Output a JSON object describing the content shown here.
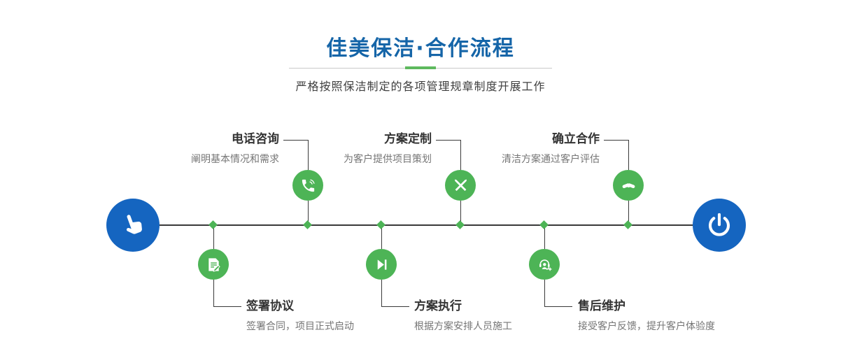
{
  "header": {
    "title": "佳美保洁·合作流程",
    "subtitle": "严格按照保洁制定的各项管理规章制度开展工作"
  },
  "colors": {
    "title_blue": "#1565a8",
    "node_blue": "#1565c0",
    "step_green": "#4db456",
    "divider_green": "#5eb95e",
    "line_dark": "#3a3a3a"
  },
  "flow": {
    "start_icon": "hand-pointer-icon",
    "end_icon": "power-icon",
    "steps": [
      {
        "label": "电话咨询",
        "desc": "阐明基本情况和需求",
        "icon": "phone-icon",
        "position": "top"
      },
      {
        "label": "方案定制",
        "desc": "为客户提供项目策划",
        "icon": "design-tools-icon",
        "position": "top"
      },
      {
        "label": "确立合作",
        "desc": "清洁方案通过客户评估",
        "icon": "handshake-icon",
        "position": "top"
      },
      {
        "label": "签署协议",
        "desc": "签署合同，项目正式启动",
        "icon": "contract-icon",
        "position": "bottom"
      },
      {
        "label": "方案执行",
        "desc": "根据方案安排人员施工",
        "icon": "play-icon",
        "position": "bottom"
      },
      {
        "label": "售后维护",
        "desc": "接受客户反馈，提升客户体验度",
        "icon": "headset-icon",
        "position": "bottom"
      }
    ]
  }
}
